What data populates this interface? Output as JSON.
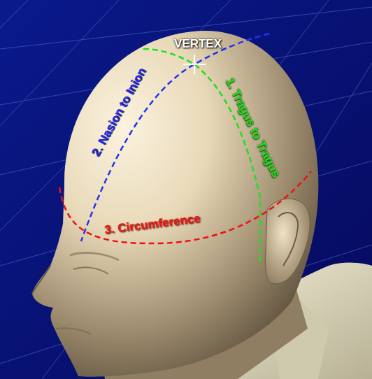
{
  "diagram": {
    "labels": [
      "VERTEX",
      "1. Tragus to Tragus",
      "2. Nasion to Inion",
      "3. Circumference"
    ]
  }
}
